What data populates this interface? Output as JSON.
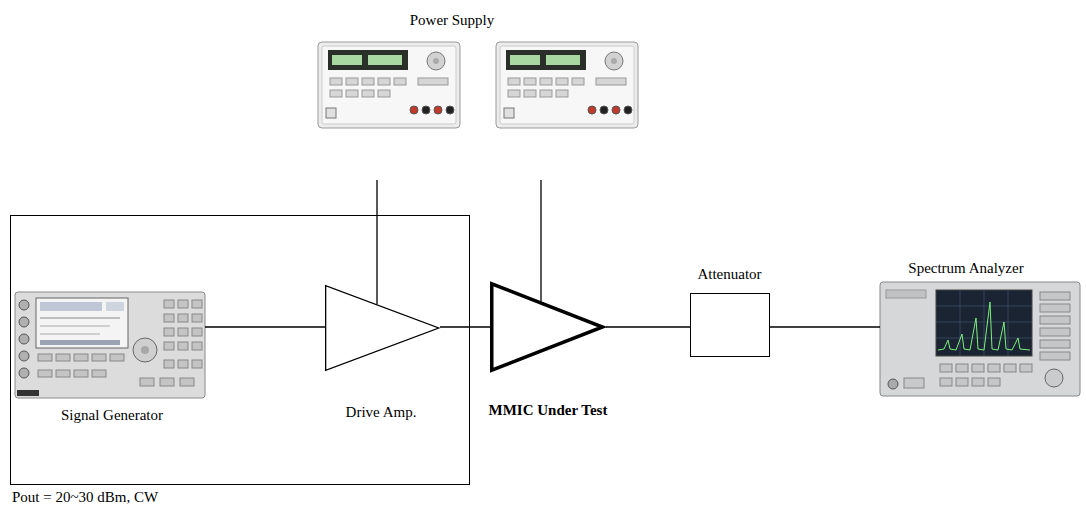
{
  "diagram": {
    "nodes": [
      {
        "text": [
          "Power Supply"
        ]
      },
      {
        "text": [
          "Pout = 20~30 dBm, CW"
        ]
      },
      {
        "text": [
          "Signal Generator"
        ],
        "in": 1
      },
      {
        "text": [
          "Drive Amp."
        ],
        "in": 1
      },
      {
        "text": [
          "MMIC Under Test"
        ]
      },
      {
        "text": [
          "Attenuator"
        ]
      },
      {
        "text": [
          "Spectrum Analyzer"
        ]
      }
    ],
    "edges": [
      {
        "from": 2,
        "to": 3,
        "arrow": "none"
      },
      {
        "from": 3,
        "to": 4,
        "arrow": "none"
      },
      {
        "from": 4,
        "to": 5,
        "arrow": "none"
      },
      {
        "from": 5,
        "to": 6,
        "arrow": "none"
      },
      {
        "from": 0,
        "to": 3,
        "arrow": "none"
      },
      {
        "from": 0,
        "to": 4,
        "arrow": "none"
      }
    ]
  }
}
